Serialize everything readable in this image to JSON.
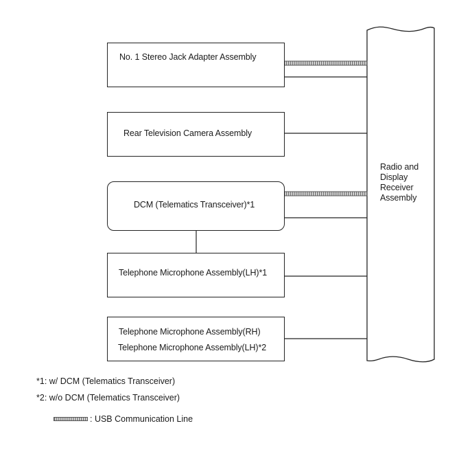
{
  "components": {
    "stereo_jack": "No. 1 Stereo Jack Adapter Assembly",
    "rear_camera": "Rear Television Camera Assembly",
    "dcm": "DCM (Telematics Transceiver)*1",
    "mic_lh_1": "Telephone Microphone Assembly(LH)*1",
    "mic_rh": "Telephone Microphone Assembly(RH)",
    "mic_lh_2": "Telephone Microphone Assembly(LH)*2",
    "radio": [
      "Radio and",
      "Display",
      "Receiver",
      "Assembly"
    ]
  },
  "notes": {
    "n1": "*1: w/ DCM (Telematics Transceiver)",
    "n2": "*2: w/o DCM (Telematics Transceiver)"
  },
  "legend": {
    "usb_line": ": USB Communication Line"
  },
  "colors": {
    "line": "#222222",
    "usb_fill": "#e6e6e6",
    "usb_stripe": "#777777"
  }
}
